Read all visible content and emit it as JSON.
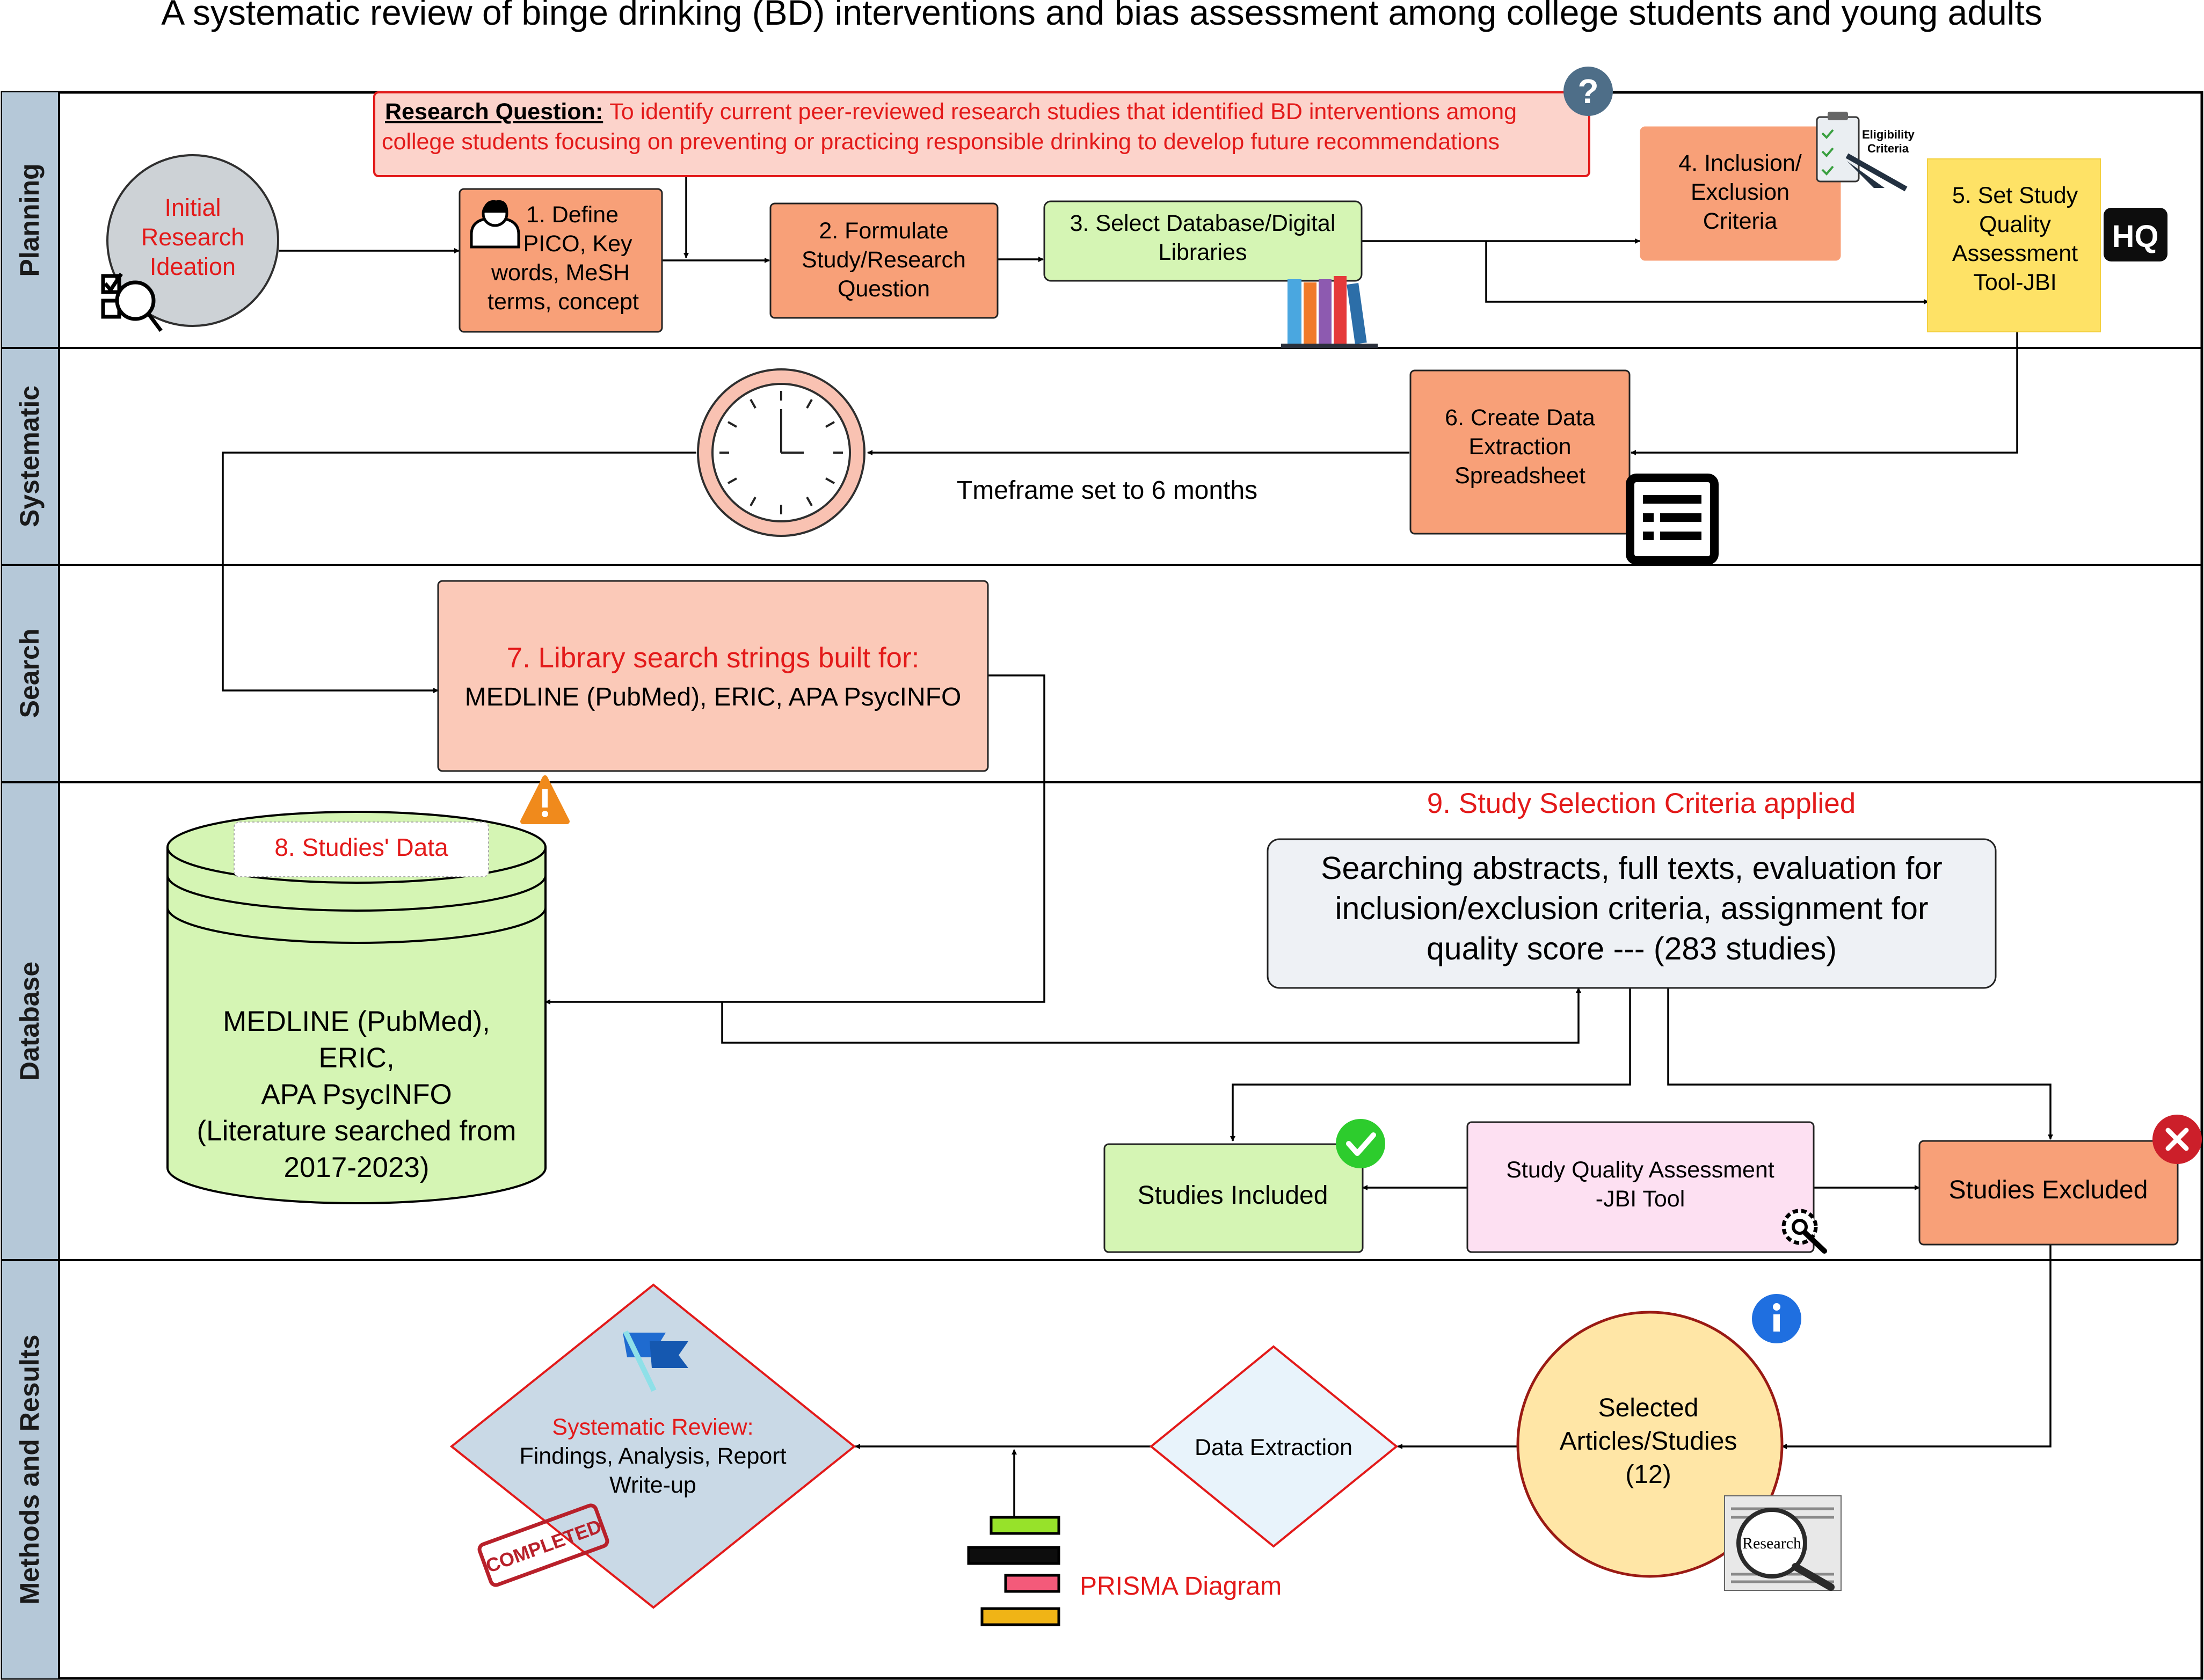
{
  "title": "A systematic review of binge drinking (BD) interventions and bias assessment among college students and young adults",
  "lanes": [
    {
      "key": "planning",
      "label": "Planning"
    },
    {
      "key": "systematic",
      "label": "Systematic"
    },
    {
      "key": "search",
      "label": "Search"
    },
    {
      "key": "database",
      "label": "Database"
    },
    {
      "key": "methods",
      "label": "Methods and Results"
    }
  ],
  "research_question": {
    "heading": "Research Question:",
    "text_line1": "To identify current peer-reviewed research studies that identified BD interventions among",
    "text_line2": "college students focusing on preventing or practicing responsible drinking to develop future recommendations"
  },
  "nodes": {
    "initial": {
      "lines": [
        "Initial",
        "Research",
        "Ideation"
      ]
    },
    "step1": {
      "lines": [
        "1. Define",
        "PICO, Key",
        "words, MeSH",
        "terms, concept"
      ]
    },
    "step2": {
      "lines": [
        "2. Formulate",
        "Study/Research",
        "Question"
      ]
    },
    "step3": {
      "lines": [
        "3. Select Database/Digital",
        "Libraries"
      ]
    },
    "step4": {
      "lines": [
        "4. Inclusion/",
        "Exclusion",
        "Criteria"
      ]
    },
    "eligibility_icon_text": [
      "Eligibility",
      "Criteria"
    ],
    "step5": {
      "lines": [
        "5. Set Study",
        "Quality",
        "Assessment",
        "Tool-JBI"
      ]
    },
    "hq_badge": "HQ",
    "step6": {
      "lines": [
        "6. Create Data",
        "Extraction",
        "Spreadsheet"
      ]
    },
    "timeframe": "Tmeframe set to 6 months",
    "step7": {
      "heading": "7. Library search strings built for:",
      "text": "MEDLINE (PubMed), ERIC, APA PsycINFO"
    },
    "step8": {
      "label": "8. Studies' Data",
      "lines": [
        "MEDLINE (PubMed),",
        "ERIC,",
        "APA PsycINFO",
        "(Literature searched from",
        "2017-2023)"
      ]
    },
    "step9": {
      "heading": "9. Study Selection Criteria applied",
      "lines": [
        "Searching abstracts, full texts, evaluation for",
        "inclusion/exclusion criteria, assignment for",
        "quality score --- (283 studies)"
      ]
    },
    "included": {
      "label": "Studies Included"
    },
    "quality": {
      "lines": [
        "Study Quality Assessment",
        "-JBI Tool"
      ]
    },
    "excluded": {
      "label": "Studies Excluded"
    },
    "selected": {
      "lines": [
        "Selected",
        "Articles/Studies",
        "(12)"
      ]
    },
    "research_icon_text": "Research",
    "extraction": {
      "label": "Data Extraction"
    },
    "review": {
      "heading": "Systematic Review:",
      "lines": [
        "Findings, Analysis, Report",
        "Write-up"
      ]
    },
    "completed_stamp": "COMPLETED",
    "prisma": {
      "label": "PRISMA Diagram"
    }
  },
  "colors": {
    "lane_label_bg": "#b5c8d8",
    "red_text": "#e31a1a",
    "orange_box": "#f8a078",
    "salmon_box": "#fbc9b8",
    "green_box": "#d5f5b4",
    "yellow_box": "#fee266",
    "pink_box": "#fde0f2",
    "grey_box": "#eef1f5",
    "circle_grey": "#cdd2d6",
    "circle_yellow": "#ffe6a6",
    "diamond_blue": "#c9d9e6",
    "diamond_light": "#e8f3fb"
  }
}
